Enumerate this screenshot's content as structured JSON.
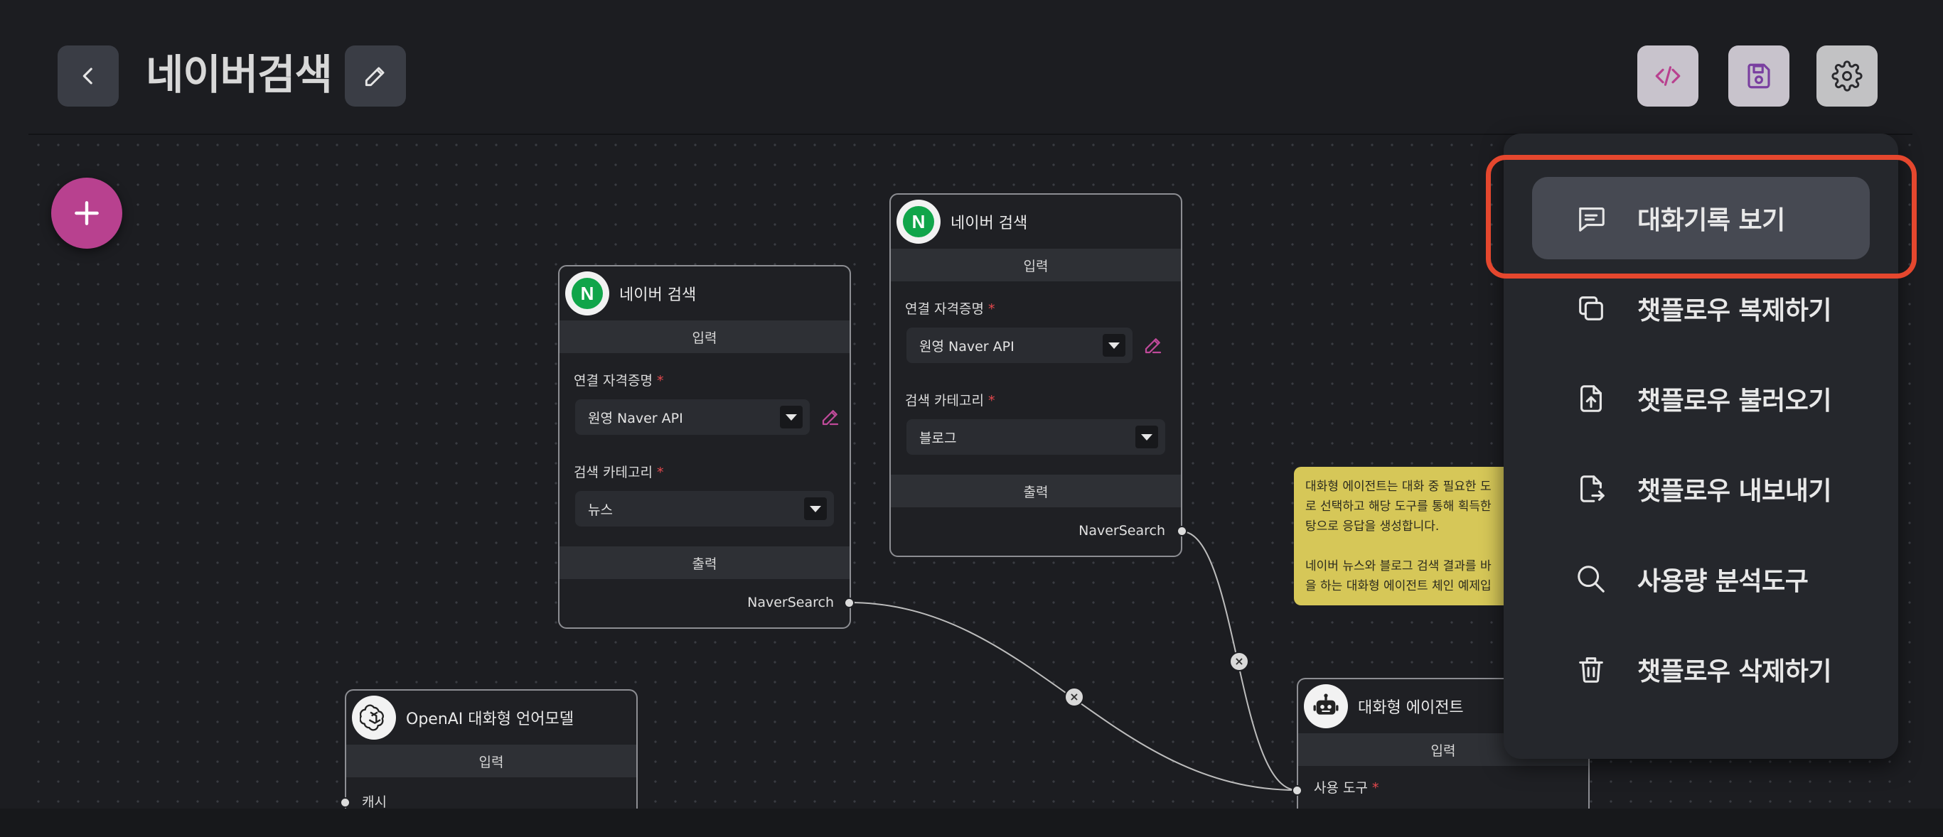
{
  "header": {
    "title": "네이버검색"
  },
  "menu": {
    "items": [
      {
        "label": "대화기록 보기",
        "icon": "chat-icon"
      },
      {
        "label": "챗플로우 복제하기",
        "icon": "duplicate-icon"
      },
      {
        "label": "챗플로우 불러오기",
        "icon": "file-upload-icon"
      },
      {
        "label": "챗플로우 내보내기",
        "icon": "file-export-icon"
      },
      {
        "label": "사용량 분석도구",
        "icon": "search-icon"
      },
      {
        "label": "챗플로우 삭제하기",
        "icon": "trash-icon"
      }
    ]
  },
  "nodes": {
    "naver1": {
      "title": "네이버 검색",
      "input_label": "입력",
      "credential_label": "연결 자격증명",
      "credential_value": "원영 Naver API",
      "category_label": "검색 카테고리",
      "category_value": "뉴스",
      "output_label": "출력",
      "output_name": "NaverSearch"
    },
    "naver2": {
      "title": "네이버 검색",
      "input_label": "입력",
      "credential_label": "연결 자격증명",
      "credential_value": "원영 Naver API",
      "category_label": "검색 카테고리",
      "category_value": "블로그",
      "output_label": "출력",
      "output_name": "NaverSearch"
    },
    "openai": {
      "title": "OpenAI 대화형 언어모델",
      "input_label": "입력",
      "cache_label": "캐시"
    },
    "agent": {
      "title": "대화형 에이전트",
      "input_label": "입력",
      "tools_label": "사용 도구"
    }
  },
  "sticky_note": {
    "lines": [
      "대화형 에이전트는 대화 중 필요한 도",
      "로 선택하고 해당 도구를 통해 획득한",
      "탕으로 응답을 생성합니다.",
      "",
      "네이버 뉴스와 블로그 검색 결과를 바",
      "을 하는 대화형 에이전트 체인 예제입"
    ]
  },
  "edge_delete_symbol": "×",
  "required_mark": "*",
  "naver_letter": "N",
  "colors": {
    "accent_pink": "#b8418f",
    "highlight": "#e5472e",
    "naver_green": "#10a54a",
    "sticky": "#d6c758"
  }
}
